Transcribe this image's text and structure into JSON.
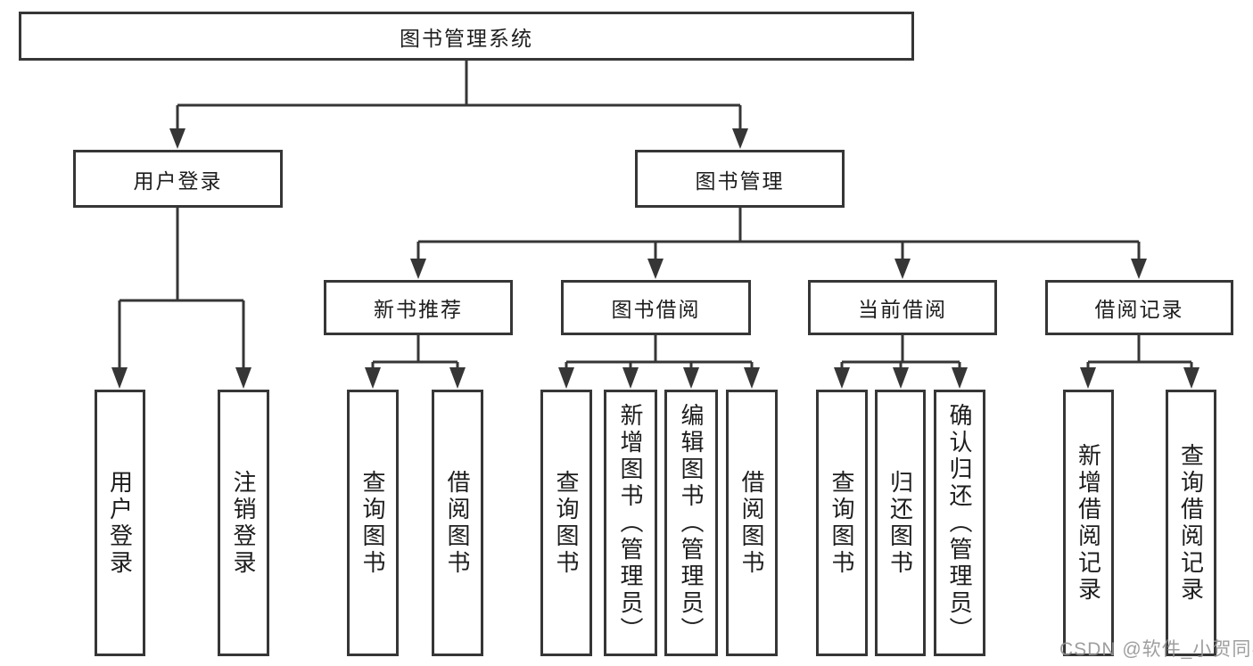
{
  "tree": {
    "label": "图书管理系统",
    "children": [
      {
        "label": "用户登录",
        "children": [
          {
            "label": "用户登录"
          },
          {
            "label": "注销登录"
          }
        ]
      },
      {
        "label": "图书管理",
        "children": [
          {
            "label": "新书推荐",
            "children": [
              {
                "label": "查询图书"
              },
              {
                "label": "借阅图书"
              }
            ]
          },
          {
            "label": "图书借阅",
            "children": [
              {
                "label": "查询图书"
              },
              {
                "label": "新增图书（管理员）"
              },
              {
                "label": "编辑图书（管理员）"
              },
              {
                "label": "借阅图书"
              }
            ]
          },
          {
            "label": "当前借阅",
            "children": [
              {
                "label": "查询图书"
              },
              {
                "label": "归还图书"
              },
              {
                "label": "确认归还（管理员）"
              }
            ]
          },
          {
            "label": "借阅记录",
            "children": [
              {
                "label": "新增借阅记录"
              },
              {
                "label": "查询借阅记录"
              }
            ]
          }
        ]
      }
    ]
  },
  "watermark": {
    "text": "CSDN @软件_小贺同学"
  },
  "colors": {
    "line": "#363636",
    "box_border": "#363636",
    "box_fill": "#ffffff",
    "text": "#1d1d1d",
    "watermark": "#949494",
    "background": "#ffffff"
  }
}
